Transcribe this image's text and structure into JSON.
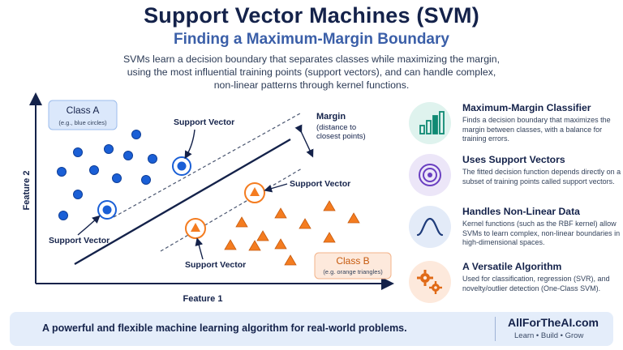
{
  "header": {
    "title": "Support Vector Machines (SVM)",
    "subtitle": "Finding a Maximum-Margin Boundary",
    "intro_lines": [
      "SVMs learn a decision boundary that separates classes while maximizing the margin,",
      "using the most influential training points (support vectors), and can handle complex,",
      "non-linear patterns through kernel functions."
    ]
  },
  "diagram": {
    "x_axis_label": "Feature 1",
    "y_axis_label": "Feature 2",
    "class_a": {
      "name": "Class A",
      "hint": "(e.g., blue circles)",
      "color": "#1a5fd6"
    },
    "class_b": {
      "name": "Class B",
      "hint": "(e.g. orange triangles)",
      "color": "#f47c20"
    },
    "support_vector_label": "Support Vector",
    "margin_label": "Margin",
    "margin_hint_lines": [
      "(distance to",
      "closest points)"
    ]
  },
  "features": [
    {
      "title": "Maximum-Margin Classifier",
      "desc": "Finds a decision boundary that maximizes the margin between classes, with a balance for training errors.",
      "icon": "bar-chart-icon",
      "bg": "#dff3ee",
      "accent": "#0f8a73"
    },
    {
      "title": "Uses Support Vectors",
      "desc": "The fitted decision function depends directly on a subset of training points called support vectors.",
      "icon": "target-icon",
      "bg": "#ece6f8",
      "accent": "#6a3fc1"
    },
    {
      "title": "Handles Non-Linear Data",
      "desc": "Kernel functions (such as the RBF kernel) allow SVMs to learn complex, non-linear boundaries in high-dimensional spaces.",
      "icon": "wave-icon",
      "bg": "#e3ebf8",
      "accent": "#1f3c7a"
    },
    {
      "title": "A Versatile Algorithm",
      "desc": "Used for classification, regression (SVR), and novelty/outlier detection (One-Class SVM).",
      "icon": "gears-icon",
      "bg": "#fde9dc",
      "accent": "#e06a17"
    }
  ],
  "footer": {
    "banner_text": "A powerful and flexible machine learning algorithm for real-world problems.",
    "brand": "AllForTheAI.com",
    "tagline": "Learn  •  Build  •  Grow"
  }
}
